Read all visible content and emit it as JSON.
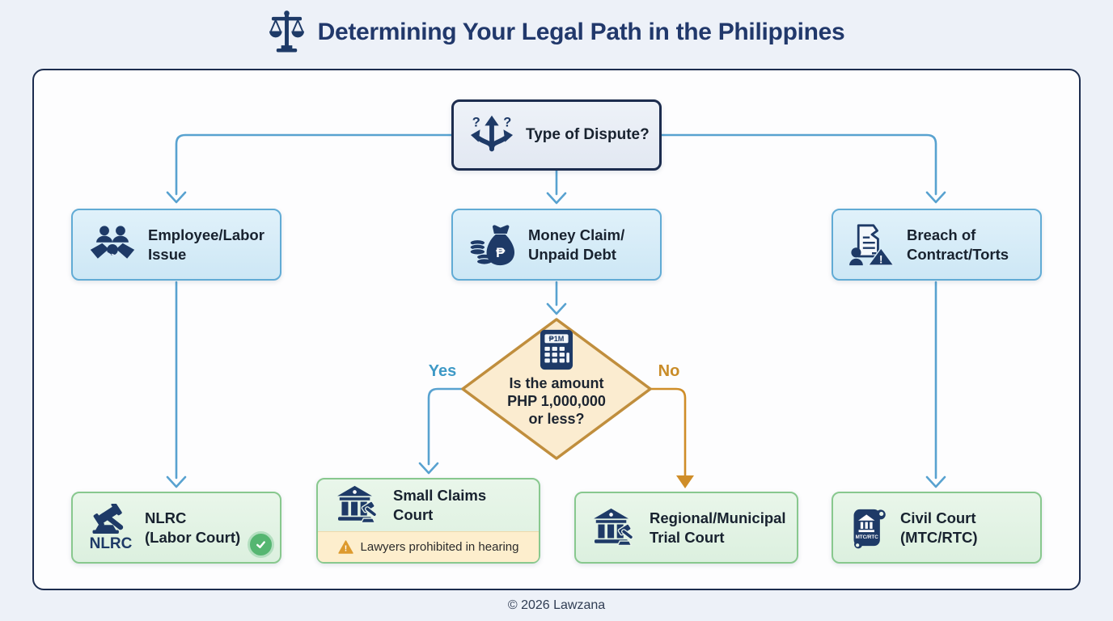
{
  "header": {
    "title": "Determining Your Legal Path in the Philippines",
    "icon": "scales-of-justice-icon"
  },
  "footer": {
    "text": "© 2026 Lawzana"
  },
  "colors": {
    "background": "#edf1f8",
    "canvas": "#fdfdfe",
    "navy_icon": "#1e3a67",
    "dark_border": "#1c2c4e",
    "connector_blue": "#58a2d0",
    "connector_orange": "#cf8d28",
    "branch_fill": "#d8ecf8",
    "branch_border": "#61abd5",
    "decision_fill": "#fbecd0",
    "decision_border": "#c08e3d",
    "outcome_fill": "#e3f3e5",
    "outcome_border": "#88c88e",
    "warning_fill": "#fdeecd",
    "warning_icon": "#dd9a2e",
    "success_green": "#55b671",
    "yes_color": "#3e99c6",
    "no_color": "#c98c28"
  },
  "flow": {
    "root": {
      "label": "Type of Dispute?",
      "icon": "branching-arrows-icon"
    },
    "branches": [
      {
        "line1": "Employee/Labor",
        "line2": "Issue",
        "icon": "labor-handshake-icon"
      },
      {
        "line1": "Money Claim/",
        "line2": "Unpaid Debt",
        "icon": "money-bag-icon"
      },
      {
        "line1": "Breach of",
        "line2": "Contract/Torts",
        "icon": "broken-contract-icon"
      }
    ],
    "decision": {
      "line1": "Is the amount",
      "line2": "PHP 1,000,000",
      "line3": "or less?",
      "icon": "calculator-icon",
      "calc_display": "₱1M",
      "yes_label": "Yes",
      "no_label": "No"
    },
    "outcomes": [
      {
        "line1": "NLRC",
        "line2": "(Labor Court)",
        "icon": "gavel-icon",
        "icon_caption": "NLRC",
        "badge": "check-badge"
      },
      {
        "line1": "Small Claims Court",
        "icon": "courthouse-gavel-icon",
        "warning": "Lawyers prohibited in hearing"
      },
      {
        "line1": "Regional/Municipal",
        "line2": "Trial Court",
        "icon": "courthouse-gavel-icon"
      },
      {
        "line1": "Civil Court",
        "line2": "(MTC/RTC)",
        "icon": "court-scroll-icon",
        "icon_caption": "MTC/RTC"
      }
    ]
  }
}
